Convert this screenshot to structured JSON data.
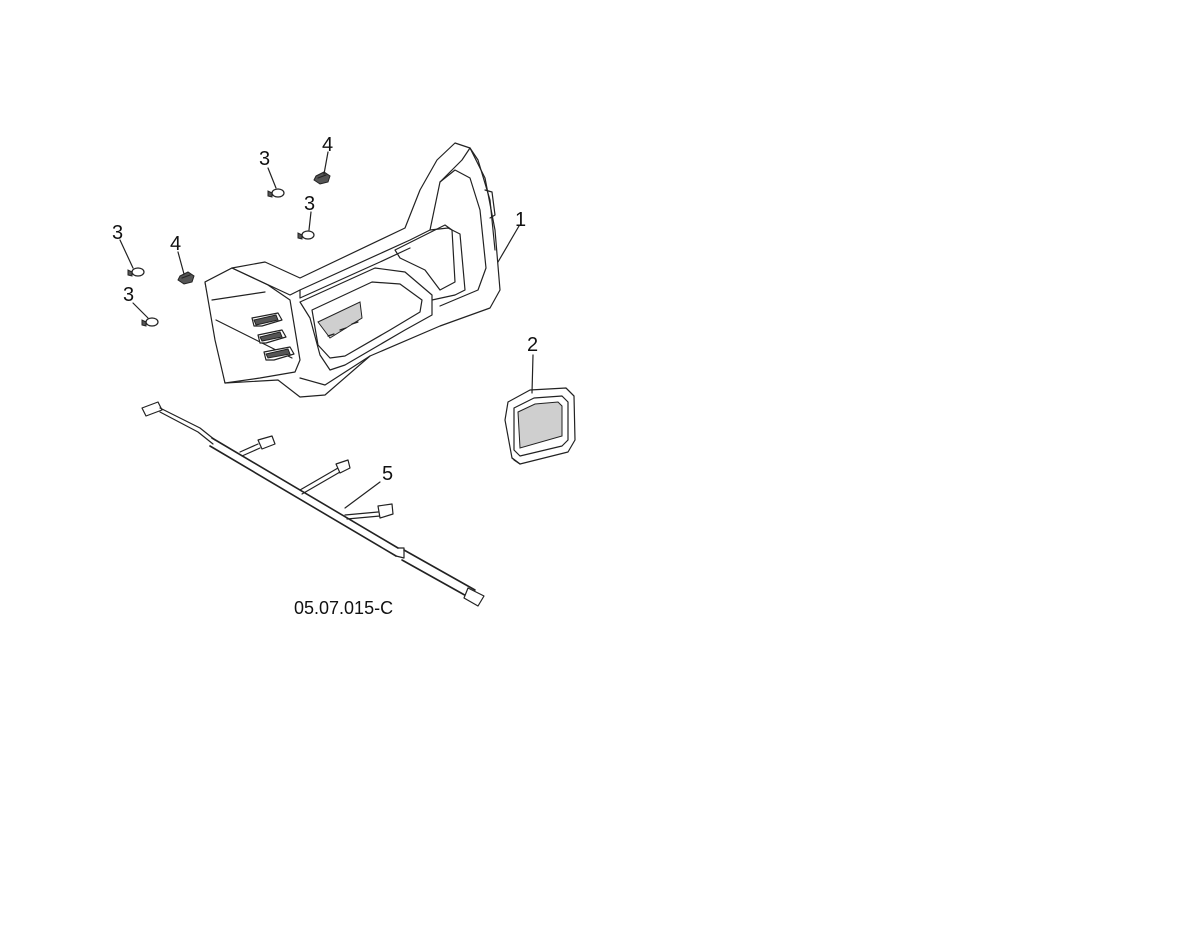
{
  "diagram": {
    "figure_id": "05.07.015-C",
    "callouts": {
      "c1": "1",
      "c2": "2",
      "c3a": "3",
      "c3b": "3",
      "c3c": "3",
      "c3d": "3",
      "c4a": "4",
      "c4b": "4",
      "c5": "5"
    },
    "parts": [
      {
        "id": "bezel-panel",
        "callout": "1"
      },
      {
        "id": "lamp-lens",
        "callout": "2"
      },
      {
        "id": "push-pin-fastener",
        "callout": "3"
      },
      {
        "id": "clip-nut",
        "callout": "4"
      },
      {
        "id": "wire-harness",
        "callout": "5"
      }
    ]
  }
}
